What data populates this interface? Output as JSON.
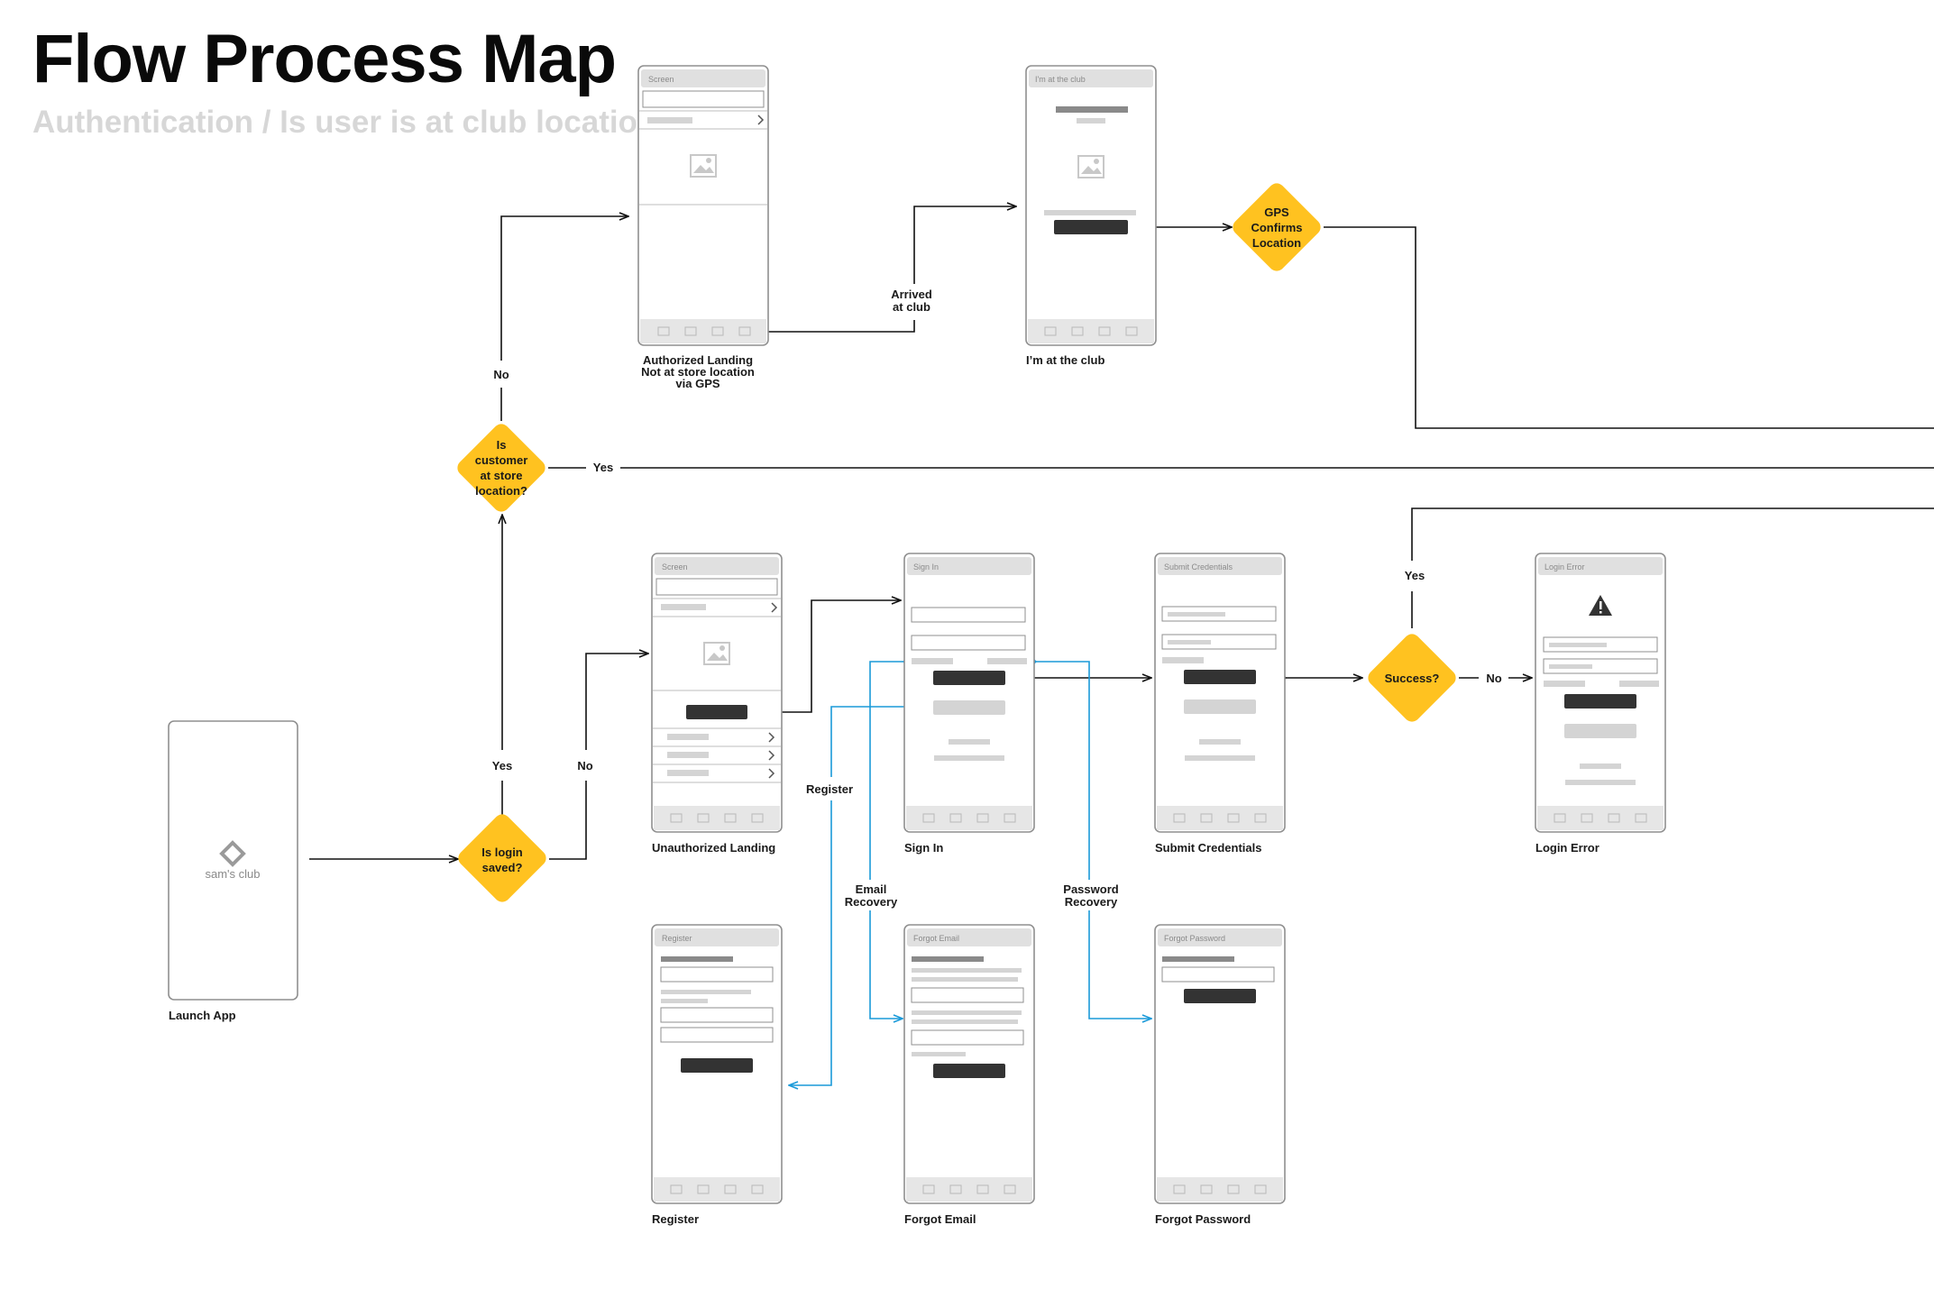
{
  "header": {
    "title": "Flow Process Map",
    "subtitle": "Authentication / Is user is at club location"
  },
  "colors": {
    "decision": "#FFC220",
    "connector": "#111111",
    "recovery_connector": "#1A9AD9",
    "frame_border": "#8f8f8f",
    "frame_header": "#e0e0e0",
    "primary_button": "#333333",
    "placeholder": "#d4d4d4"
  },
  "screens": {
    "launch": {
      "caption": "Launch App",
      "logo": "sam's club",
      "logo_icon": "sams-club-diamond-icon"
    },
    "authorized": {
      "header": "Screen",
      "caption": [
        "Authorized Landing",
        "Not at store location",
        "via GPS"
      ]
    },
    "at_club": {
      "header": "I'm at the club",
      "caption": "I’m at the club"
    },
    "unauthorized": {
      "header": "Screen",
      "caption": "Unauthorized Landing"
    },
    "signin": {
      "header": "Sign In",
      "caption": "Sign In"
    },
    "submit": {
      "header": "Submit Credentials",
      "caption": "Submit Credentials"
    },
    "login_error": {
      "header": "Login Error",
      "caption": "Login Error",
      "icon": "warning-icon"
    },
    "register": {
      "header": "Register",
      "caption": "Register"
    },
    "forgot_email": {
      "header": "Forgot Email",
      "caption": "Forgot Email"
    },
    "forgot_password": {
      "header": "Forgot Password",
      "caption": "Forgot Password"
    }
  },
  "decisions": {
    "login_saved": [
      "Is login",
      "saved?"
    ],
    "at_store": [
      "Is",
      "customer",
      "at store",
      "location?"
    ],
    "gps": [
      "GPS",
      "Confirms",
      "Location"
    ],
    "success": [
      "Success?"
    ]
  },
  "edge_labels": {
    "yes": "Yes",
    "no": "No",
    "arrived": [
      "Arrived",
      "at club"
    ],
    "register": "Register",
    "email_recovery": [
      "Email",
      "Recovery"
    ],
    "password_recovery": [
      "Password",
      "Recovery"
    ]
  }
}
